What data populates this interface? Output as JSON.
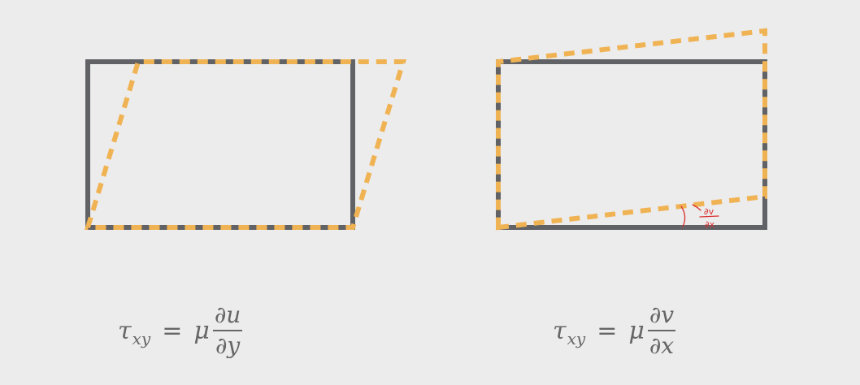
{
  "formulas": {
    "left": {
      "lhs_symbol": "τ",
      "lhs_subscript": "xy",
      "equals": "=",
      "coefficient": "μ",
      "numerator": "∂u",
      "denominator": "∂y"
    },
    "right": {
      "lhs_symbol": "τ",
      "lhs_subscript": "xy",
      "equals": "=",
      "coefficient": "μ",
      "numerator": "∂v",
      "denominator": "∂x"
    }
  },
  "annotation": {
    "numerator": "∂v",
    "denominator": "∂x"
  },
  "colors": {
    "background": "#ececec",
    "original_shape": "#606266",
    "deformed_shape": "#f0b354",
    "annotation": "#d93030",
    "formula_text": "#666666"
  }
}
